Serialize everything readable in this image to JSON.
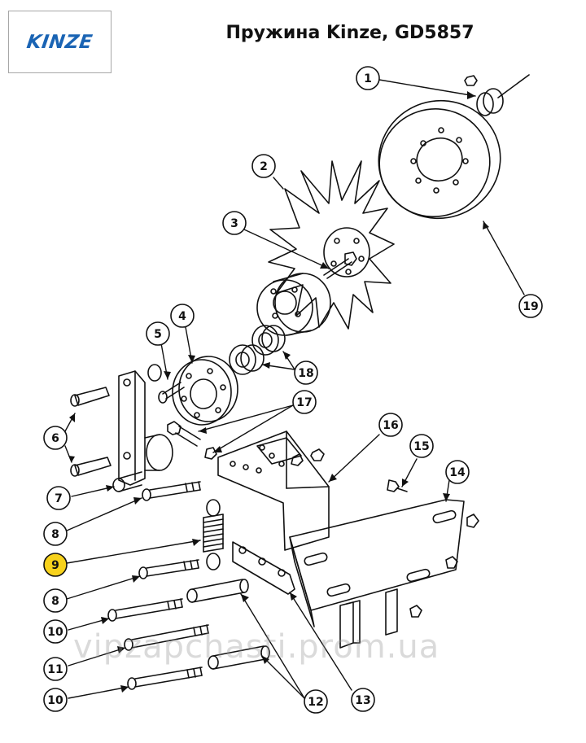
{
  "logo": {
    "text": "KINZE",
    "color": "#1a64b4"
  },
  "title": "Пружина Kinze, GD5857",
  "watermark": "vipzapchasti.prom.ua",
  "highlight_color": "#f7d21c",
  "callouts": [
    {
      "label": "1"
    },
    {
      "label": "2"
    },
    {
      "label": "3"
    },
    {
      "label": "4"
    },
    {
      "label": "5"
    },
    {
      "label": "6"
    },
    {
      "label": "7"
    },
    {
      "label": "8"
    },
    {
      "label": "9"
    },
    {
      "label": "8"
    },
    {
      "label": "10"
    },
    {
      "label": "11"
    },
    {
      "label": "10"
    },
    {
      "label": "12"
    },
    {
      "label": "13"
    },
    {
      "label": "14"
    },
    {
      "label": "15"
    },
    {
      "label": "16"
    },
    {
      "label": "17"
    },
    {
      "label": "18"
    },
    {
      "label": "19"
    }
  ]
}
